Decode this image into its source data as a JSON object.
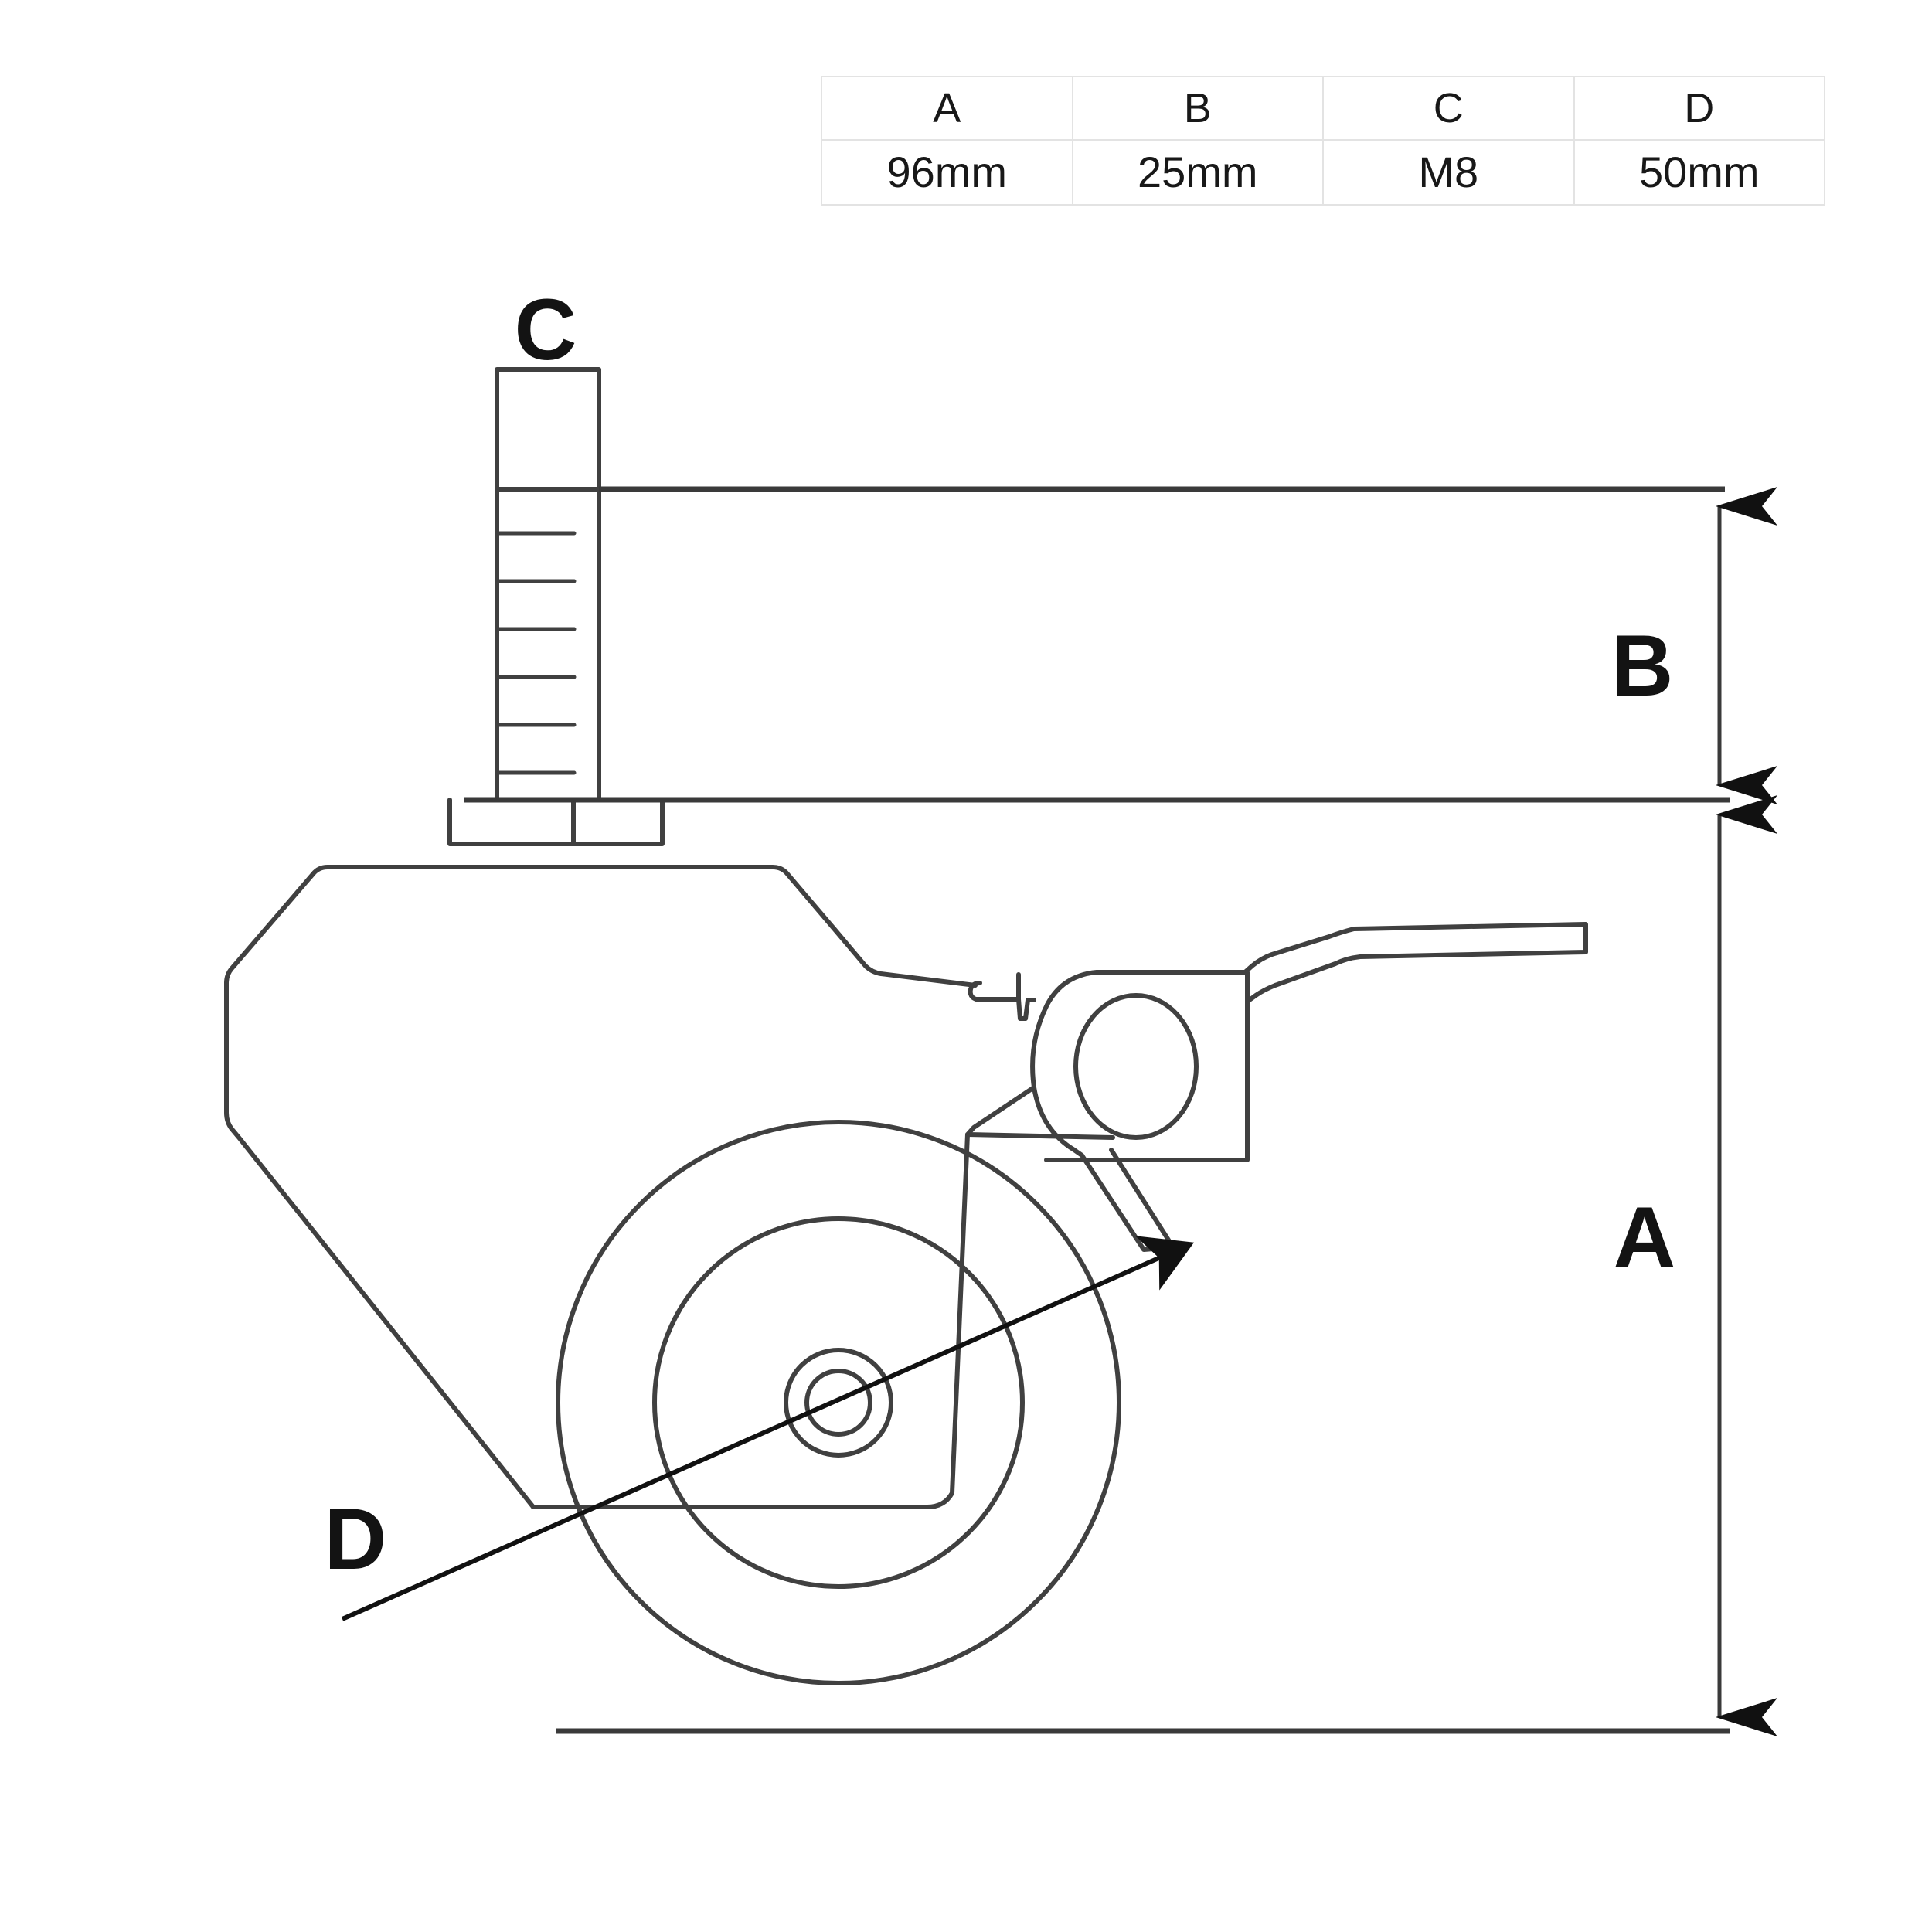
{
  "document": {
    "type": "technical-drawing",
    "subject": "swivel caster wheel with brake, threaded stem - dimensioned side view"
  },
  "spec_table": {
    "headers": [
      "A",
      "B",
      "C",
      "D"
    ],
    "values": [
      "96mm",
      "25mm",
      "M8",
      "50mm"
    ],
    "border_color": "#e3e3e3",
    "text_color": "#181818"
  },
  "dimension_labels": {
    "overall_height": "A",
    "stem_length": "B",
    "thread_size": "C",
    "wheel_diameter": "D"
  },
  "drawing_style": {
    "line_color": "#404040",
    "thin_line_color": "#3a3a3a",
    "background": "#ffffff"
  },
  "chart_data": {
    "type": "table",
    "title": "",
    "categories": [
      "A",
      "B",
      "C",
      "D"
    ],
    "values": [
      "96mm",
      "25mm",
      "M8",
      "50mm"
    ],
    "annotations": [
      {
        "label": "A",
        "meaning": "overall caster height",
        "value": "96mm"
      },
      {
        "label": "B",
        "meaning": "threaded stem length",
        "value": "25mm"
      },
      {
        "label": "C",
        "meaning": "thread size",
        "value": "M8"
      },
      {
        "label": "D",
        "meaning": "wheel diameter",
        "value": "50mm"
      }
    ]
  }
}
